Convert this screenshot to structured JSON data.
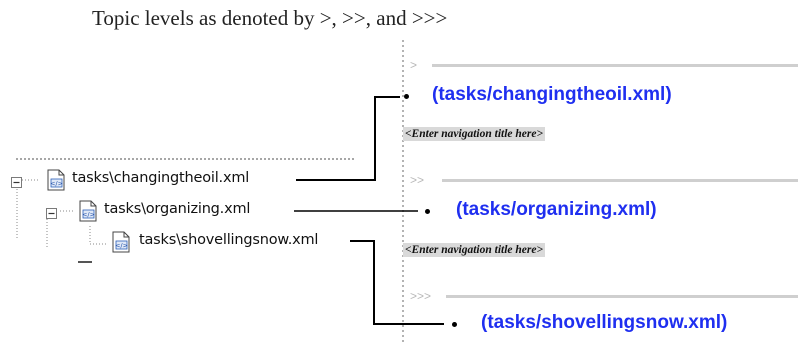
{
  "caption": "Topic levels as denoted by >, >>, and >>>",
  "tree": {
    "items": [
      {
        "label": "tasks\\changingtheoil.xml"
      },
      {
        "label": "tasks\\organizing.xml"
      },
      {
        "label": "tasks\\shovellingsnow.xml"
      }
    ],
    "file_icon": "xml-file-icon",
    "expander_icon": "collapse-minus-icon"
  },
  "topics": [
    {
      "marker": ">",
      "title": "(tasks/changingtheoil.xml)",
      "nav_placeholder": "<Enter navigation title here>"
    },
    {
      "marker": ">>",
      "title": "(tasks/organizing.xml)",
      "nav_placeholder": "<Enter navigation title here>"
    },
    {
      "marker": ">>>",
      "title": "(tasks/shovellingsnow.xml)"
    }
  ],
  "colors": {
    "topic_title": "#1f2ff0",
    "level_rule": "#cfcfcf",
    "nav_background": "#d9d9d9",
    "connector": "#000000"
  }
}
